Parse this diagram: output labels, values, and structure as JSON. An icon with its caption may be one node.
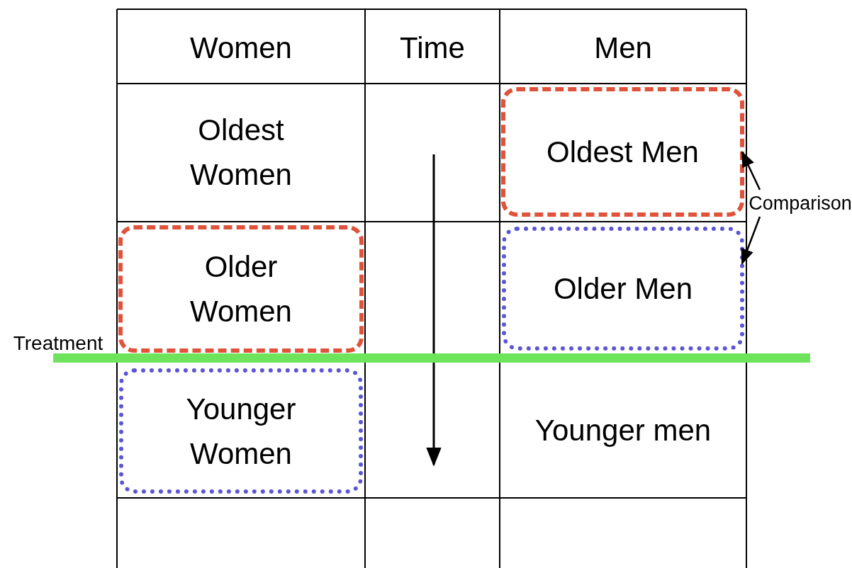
{
  "diagram": {
    "nodes": [
      {
        "text": [
          "Oldest Men"
        ]
      },
      {
        "text": [
          "Older Women"
        ]
      },
      {
        "text": [
          "Older Men"
        ]
      },
      {
        "text": [
          "Younger Women"
        ]
      },
      {
        "text": [
          "Comparison"
        ]
      }
    ],
    "edges": [
      {
        "from": 4,
        "to": 0,
        "arrow": "to"
      },
      {
        "from": 4,
        "to": 2,
        "arrow": "to"
      }
    ],
    "labels": [
      "Women",
      "Time",
      "Men",
      "Oldest Women",
      "Treatment",
      "Younger men"
    ]
  }
}
